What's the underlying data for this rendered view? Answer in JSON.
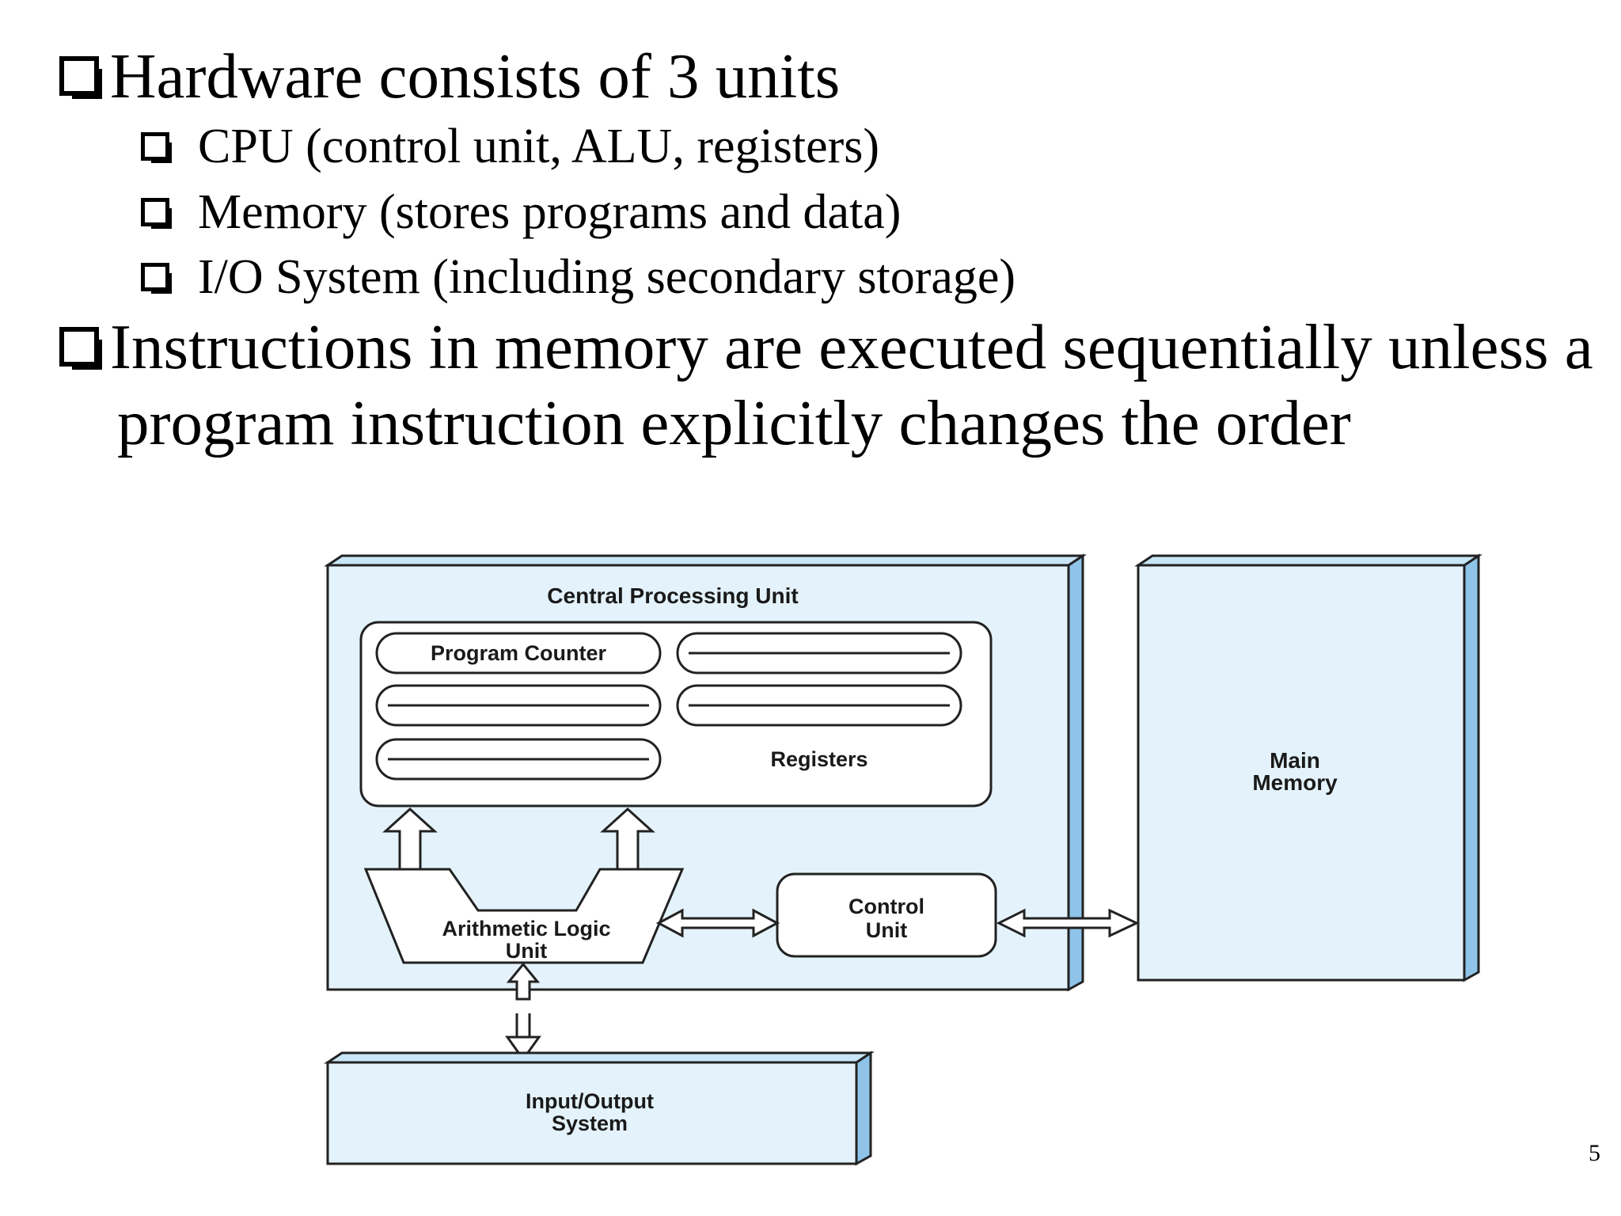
{
  "bullets": [
    {
      "text": "Hardware consists of 3 units",
      "sub": [
        "CPU (control unit, ALU, registers)",
        "Memory (stores programs and data)",
        "I/O System (including secondary storage)"
      ]
    },
    {
      "text": "Instructions in memory are executed sequentially unless a",
      "continuation": "program instruction explicitly changes the order"
    }
  ],
  "diagram": {
    "cpu_title": "Central Processing Unit",
    "program_counter": "Program Counter",
    "registers": "Registers",
    "alu_line1": "Arithmetic Logic",
    "alu_line2": "Unit",
    "control_line1": "Control",
    "control_line2": "Unit",
    "memory_line1": "Main",
    "memory_line2": "Memory",
    "io_line1": "Input/Output",
    "io_line2": "System"
  },
  "colors": {
    "box_fill": "#e4f3fb",
    "box_side": "#8fc4e8",
    "stroke": "#222222"
  },
  "page_number": "5"
}
